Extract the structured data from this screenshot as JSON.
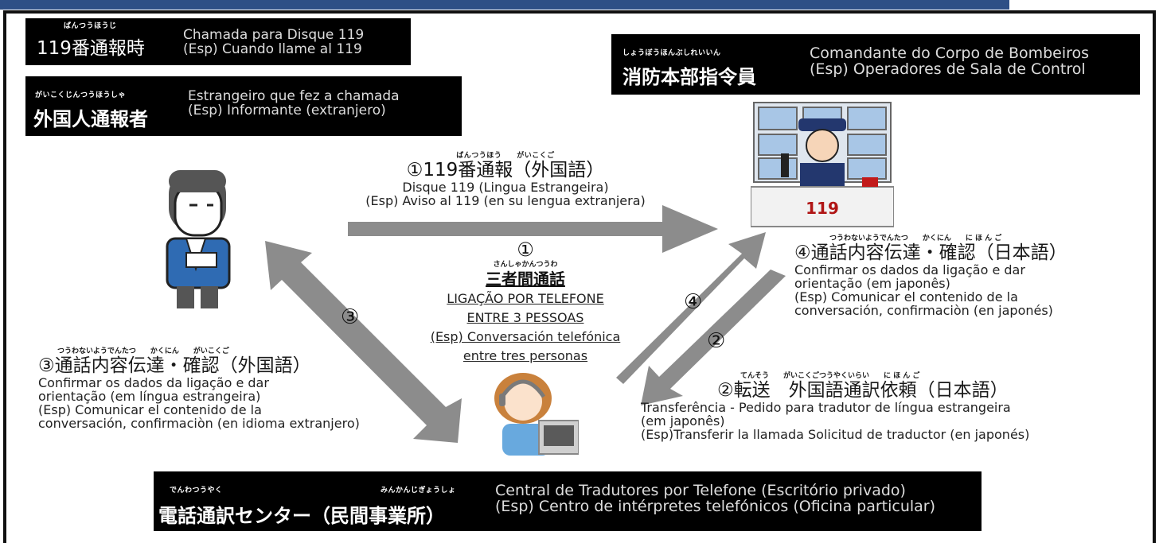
{
  "header_label_1": {
    "ruby": "ばんつうほうじ",
    "jp": "119番通報時",
    "pt": "Chamada para Disque 119",
    "es": "(Esp) Cuando llame al 119"
  },
  "header_label_2": {
    "ruby": "がいこくじんつうほうしゃ",
    "jp": "外国人通報者",
    "pt": "Estrangeiro que fez a chamada",
    "es": "(Esp) Informante (extranjero)"
  },
  "header_label_3": {
    "ruby": "しょうぼうほんぶしれいいん",
    "jp": "消防本部指令員",
    "pt": "Comandante do Corpo de Bombeiros",
    "es": "(Esp) Operadores de Sala de Control"
  },
  "footer_label": {
    "ruby1": "でんわつうやく",
    "ruby2": "みんかんじぎょうしょ",
    "jp": "電話通訳センター（民間事業所）",
    "pt": "Central de Tradutores por Telefone (Escritório privado)",
    "es": "(Esp) Centro de intérpretes telefónicos (Oficina particular)"
  },
  "step1": {
    "ruby": "ばんつうほう　　がいこくご",
    "jp": "①119番通報（外国語）",
    "pt": "Disque 119 (Lingua Estrangeira)",
    "es": "(Esp) Aviso al 119 (en su lengua extranjera)"
  },
  "step4": {
    "ruby": "つうわないようでんたつ　　かくにん　　に ほ ん ご",
    "jp": "④通話内容伝達・確認（日本語）",
    "l1": "Confirmar os dados da ligação e dar",
    "l2": "orientação (em japonês)",
    "l3": "(Esp) Comunicar el contenido de la",
    "l4": "conversación, confirmaciòn (en japonés)"
  },
  "step3": {
    "ruby": "つうわないようでんたつ　　かくにん　　がいこくご",
    "jp": "③通話内容伝達・確認（外国語）",
    "l1": "Confirmar os dados da ligação e dar",
    "l2": "orientação (em língua estrangeira)",
    "l3": "(Esp) Comunicar el contenido de la",
    "l4": "conversación, confirmaciòn (en idioma extranjero)"
  },
  "step2": {
    "ruby": "てんそう　　がいこくごつうやくいらい　　に ほ ん ご",
    "jp": "②転送　外国語通訳依頼（日本語）",
    "l1": "Transferência  -  Pedido para tradutor de língua estrangeira",
    "l2": "(em japonês)",
    "l3": "(Esp)Transferir la llamada Solicitud de traductor (en japonés)"
  },
  "center": {
    "num": "①",
    "ruby": "さんしゃかんつうわ",
    "title": "三者間通話",
    "l1": "LIGAÇÃO POR TELEFONE",
    "l2": "ENTRE 3 PESSOAS",
    "l3": "(Esp) Conversación telefónica",
    "l4": "entre tres personas"
  },
  "arrow_numbers": {
    "a3": "③",
    "a4": "④",
    "a2": "②"
  },
  "desk_number": "119",
  "colors": {
    "header_bar": "#2e4f86",
    "arrow": "#8c8c8c",
    "label_bg": "#000000"
  }
}
